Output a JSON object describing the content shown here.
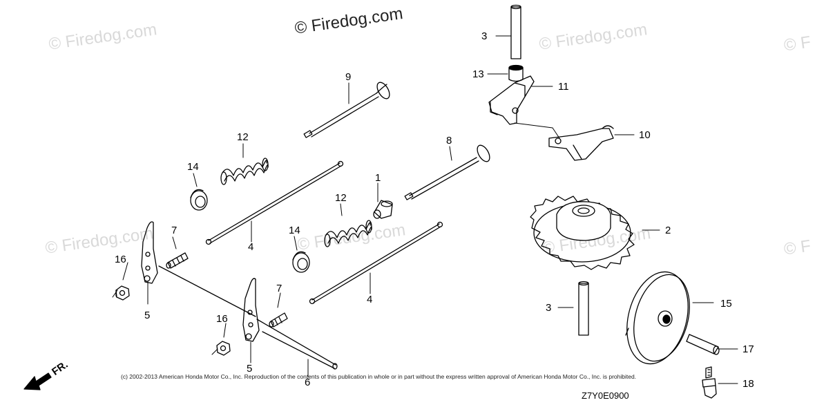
{
  "watermarks": {
    "main": "© Firedog.com",
    "faint": "© Firedog.com",
    "faint_edge": "© F"
  },
  "callouts": {
    "c1": "1",
    "c2": "2",
    "c3_top": "3",
    "c3_bottom": "3",
    "c4_left": "4",
    "c4_right": "4",
    "c5_left": "5",
    "c5_right": "5",
    "c6": "6",
    "c7_left": "7",
    "c7_right": "7",
    "c8": "8",
    "c9": "9",
    "c10": "10",
    "c11": "11",
    "c12_left": "12",
    "c12_right": "12",
    "c13": "13",
    "c14_left": "14",
    "c14_right": "14",
    "c15": "15",
    "c16_left": "16",
    "c16_right": "16",
    "c17": "17",
    "c18": "18"
  },
  "copyright": "(c) 2002-2013 American Honda Motor Co., Inc. Reproduction of the contents of this publication in whole or in part without the express written approval of American Honda Motor Co., Inc. is prohibited.",
  "diagram_code": "Z7Y0E0900",
  "front_label": "FR."
}
